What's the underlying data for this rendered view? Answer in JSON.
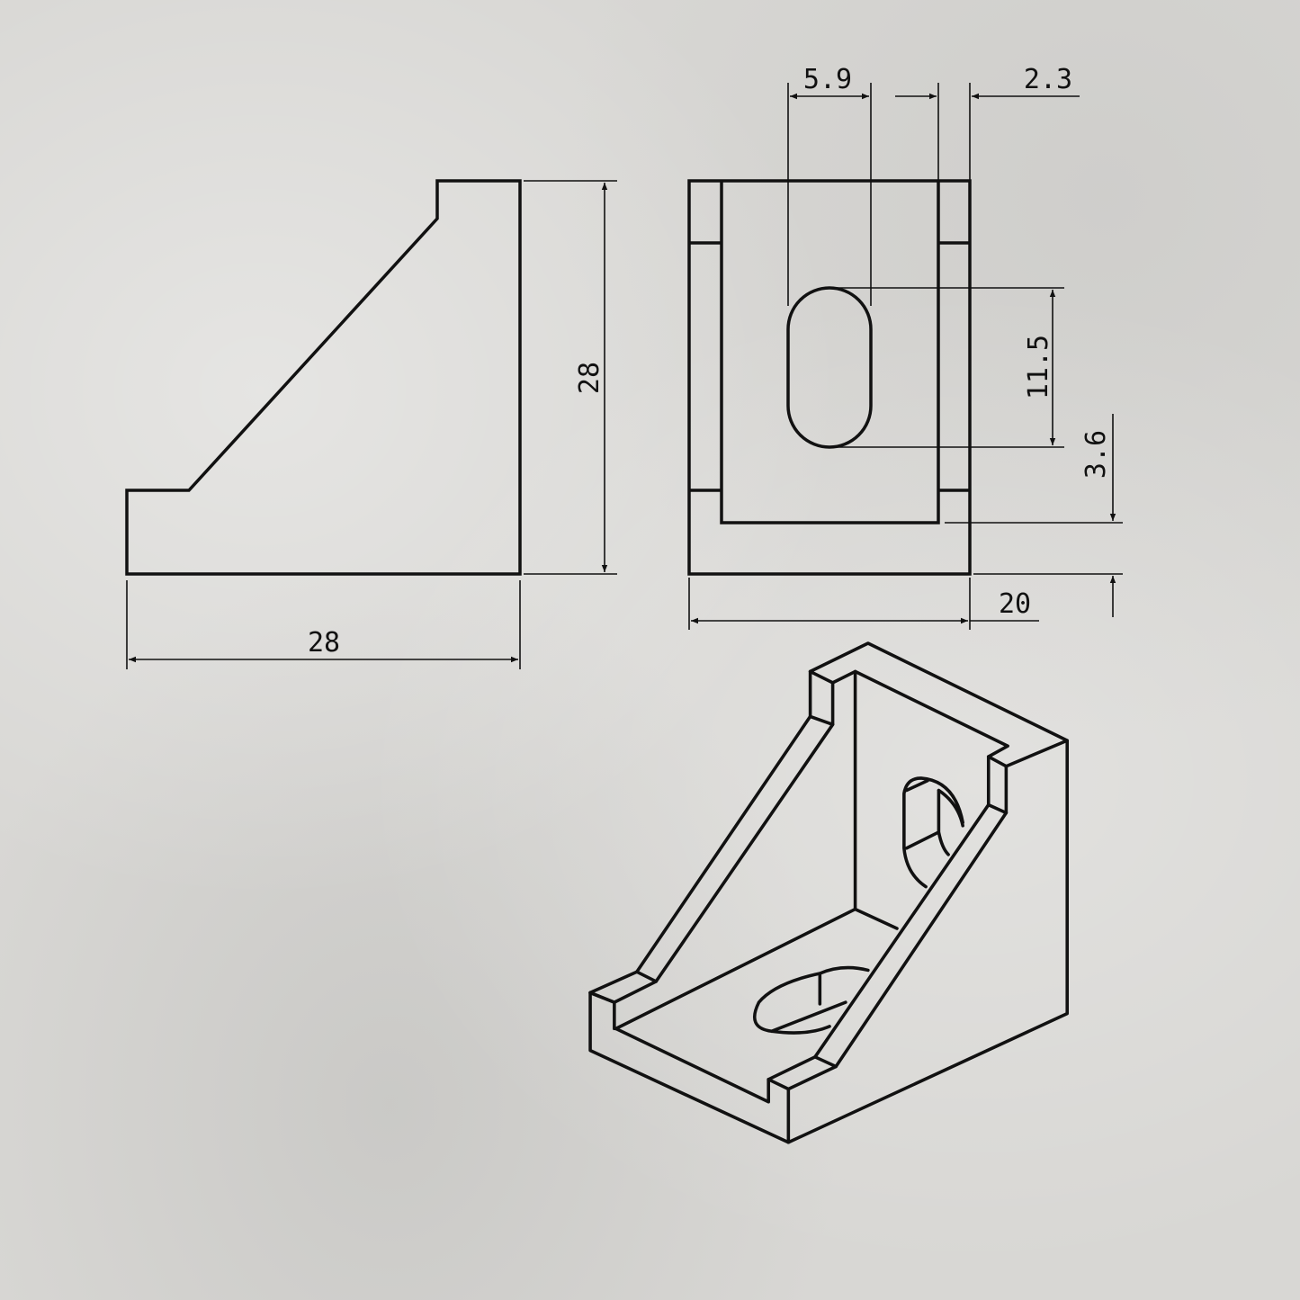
{
  "drawing": {
    "side_view": {
      "height_label": "28",
      "width_label": "28"
    },
    "front_view": {
      "slot_width_label": "5.9",
      "wall_label": "2.3",
      "slot_length_label": "11.5",
      "base_label": "3.6",
      "width_label": "20"
    }
  }
}
